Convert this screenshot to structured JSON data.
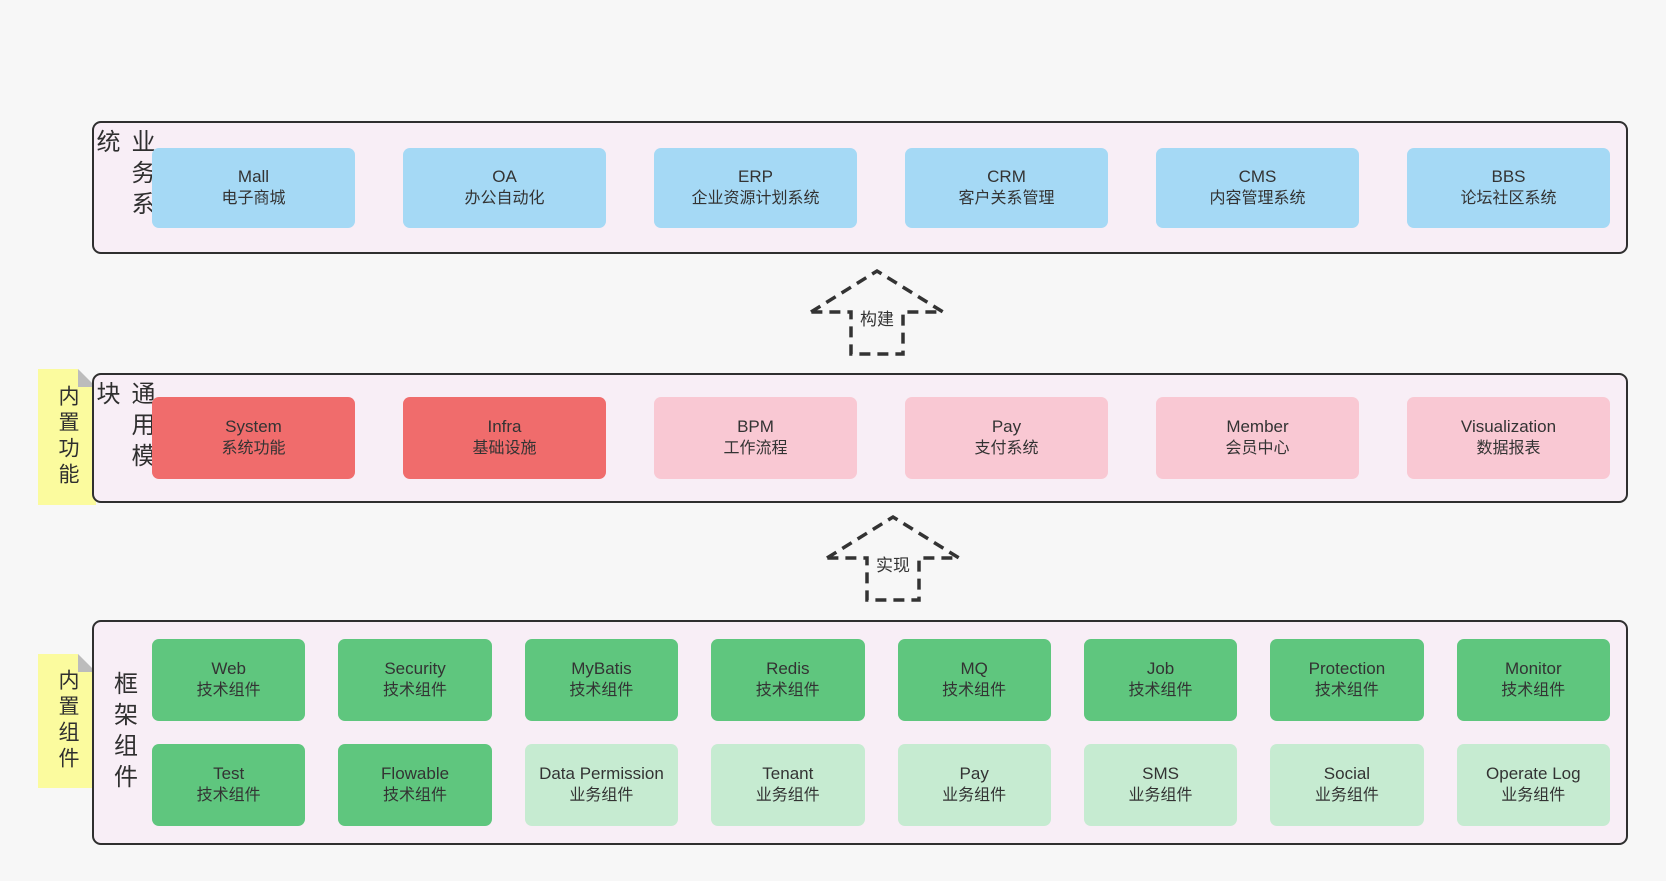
{
  "colors": {
    "page_bg": "#f7f7f7",
    "band_bg": "#f8eef6",
    "band_border": "#2f2f2f",
    "blue_box": "#a5d9f5",
    "red_box": "#f06c6c",
    "pink_box": "#f9c8d3",
    "green_box": "#5fc67e",
    "light_green_box": "#c6ebd1",
    "sticky_yellow": "#fbfb9e",
    "sticky_fold_gray": "#bcbcbc",
    "text": "#333333"
  },
  "band1": {
    "label": "业务系统",
    "boxes": [
      {
        "en": "Mall",
        "zh": "电子商城"
      },
      {
        "en": "OA",
        "zh": "办公自动化"
      },
      {
        "en": "ERP",
        "zh": "企业资源计划系统"
      },
      {
        "en": "CRM",
        "zh": "客户关系管理"
      },
      {
        "en": "CMS",
        "zh": "内容管理系统"
      },
      {
        "en": "BBS",
        "zh": "论坛社区系统"
      }
    ]
  },
  "band2": {
    "label": "通用模块",
    "sticky": "内置功能",
    "boxes": [
      {
        "en": "System",
        "zh": "系统功能"
      },
      {
        "en": "Infra",
        "zh": "基础设施"
      },
      {
        "en": "BPM",
        "zh": "工作流程"
      },
      {
        "en": "Pay",
        "zh": "支付系统"
      },
      {
        "en": "Member",
        "zh": "会员中心"
      },
      {
        "en": "Visualization",
        "zh": "数据报表"
      }
    ]
  },
  "band3": {
    "label": "框架组件",
    "sticky": "内置组件",
    "row1": [
      {
        "en": "Web",
        "zh": "技术组件"
      },
      {
        "en": "Security",
        "zh": "技术组件"
      },
      {
        "en": "MyBatis",
        "zh": "技术组件"
      },
      {
        "en": "Redis",
        "zh": "技术组件"
      },
      {
        "en": "MQ",
        "zh": "技术组件"
      },
      {
        "en": "Job",
        "zh": "技术组件"
      },
      {
        "en": "Protection",
        "zh": "技术组件"
      },
      {
        "en": "Monitor",
        "zh": "技术组件"
      }
    ],
    "row2": [
      {
        "en": "Test",
        "zh": "技术组件"
      },
      {
        "en": "Flowable",
        "zh": "技术组件"
      },
      {
        "en": "Data Permission",
        "zh": "业务组件"
      },
      {
        "en": "Tenant",
        "zh": "业务组件"
      },
      {
        "en": "Pay",
        "zh": "业务组件"
      },
      {
        "en": "SMS",
        "zh": "业务组件"
      },
      {
        "en": "Social",
        "zh": "业务组件"
      },
      {
        "en": "Operate Log",
        "zh": "业务组件"
      }
    ]
  },
  "arrows": {
    "build": "构建",
    "implement": "实现"
  }
}
